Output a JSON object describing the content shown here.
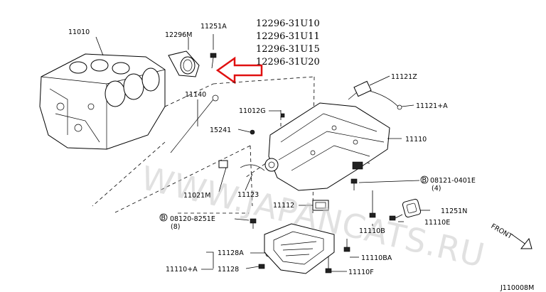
{
  "callouts": {
    "p11010": "11010",
    "p12296m": "12296M",
    "p11251a": "11251A",
    "p11140": "11140",
    "p11012g": "11012G",
    "p15241": "15241",
    "p11021m": "11021M",
    "p11123": "11123",
    "p11121z": "11121Z",
    "p11121a": "11121+A",
    "p11110": "11110",
    "p08121_code": "08121-0401E",
    "p08121_qty": "(4)",
    "p08120_code": "08120-8251E",
    "p08120_qty": "(8)",
    "p11112": "11112",
    "p11251n": "11251N",
    "p11110b": "11110B",
    "p11110e": "11110E",
    "p11128a": "11128A",
    "p11110a": "11110+A",
    "p11128": "11128",
    "p11110ba": "11110BA",
    "p11110f": "11110F",
    "bolt_symbol": "B",
    "front": "FRONT",
    "figure_code": "J110008M"
  },
  "part_numbers": [
    "12296-31U10",
    "12296-31U11",
    "12296-31U15",
    "12296-31U20"
  ],
  "watermark": "WWW.JAPANCATS.RU",
  "colors": {
    "arrow": "#e01010",
    "line": "#000000",
    "watermark": "#c9c9c9"
  }
}
